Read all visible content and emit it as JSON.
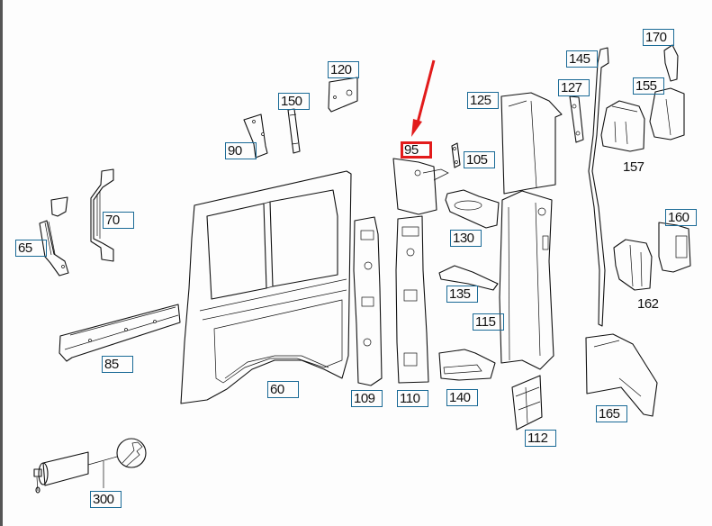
{
  "diagram": {
    "title": "Side wall body parts exploded view",
    "highlighted_part": "95",
    "accent_colors": {
      "label_border": "#1a6a96",
      "highlight": "#e21b1b",
      "line": "#111111"
    },
    "callouts": [
      {
        "id": "65",
        "label": "65",
        "boxed": true
      },
      {
        "id": "70",
        "label": "70",
        "boxed": true
      },
      {
        "id": "85",
        "label": "85",
        "boxed": true
      },
      {
        "id": "90",
        "label": "90",
        "boxed": true
      },
      {
        "id": "150",
        "label": "150",
        "boxed": true
      },
      {
        "id": "120",
        "label": "120",
        "boxed": true
      },
      {
        "id": "60",
        "label": "60",
        "boxed": true
      },
      {
        "id": "95",
        "label": "95",
        "boxed": true,
        "highlighted": true
      },
      {
        "id": "105",
        "label": "105",
        "boxed": true
      },
      {
        "id": "109",
        "label": "109",
        "boxed": true
      },
      {
        "id": "110",
        "label": "110",
        "boxed": true
      },
      {
        "id": "125",
        "label": "125",
        "boxed": true
      },
      {
        "id": "130",
        "label": "130",
        "boxed": true
      },
      {
        "id": "135",
        "label": "135",
        "boxed": true
      },
      {
        "id": "140",
        "label": "140",
        "boxed": true
      },
      {
        "id": "115",
        "label": "115",
        "boxed": true
      },
      {
        "id": "112",
        "label": "112",
        "boxed": true
      },
      {
        "id": "127",
        "label": "127",
        "boxed": true
      },
      {
        "id": "145",
        "label": "145",
        "boxed": true
      },
      {
        "id": "155",
        "label": "155",
        "boxed": true
      },
      {
        "id": "157",
        "label": "157",
        "boxed": false
      },
      {
        "id": "170",
        "label": "170",
        "boxed": true
      },
      {
        "id": "160",
        "label": "160",
        "boxed": true
      },
      {
        "id": "162",
        "label": "162",
        "boxed": false
      },
      {
        "id": "165",
        "label": "165",
        "boxed": true
      },
      {
        "id": "300",
        "label": "300",
        "boxed": true
      }
    ],
    "icons": {
      "pointer": "red-arrow-icon",
      "tool": "wrench-icon",
      "consumable": "adhesive-tube-icon"
    }
  }
}
